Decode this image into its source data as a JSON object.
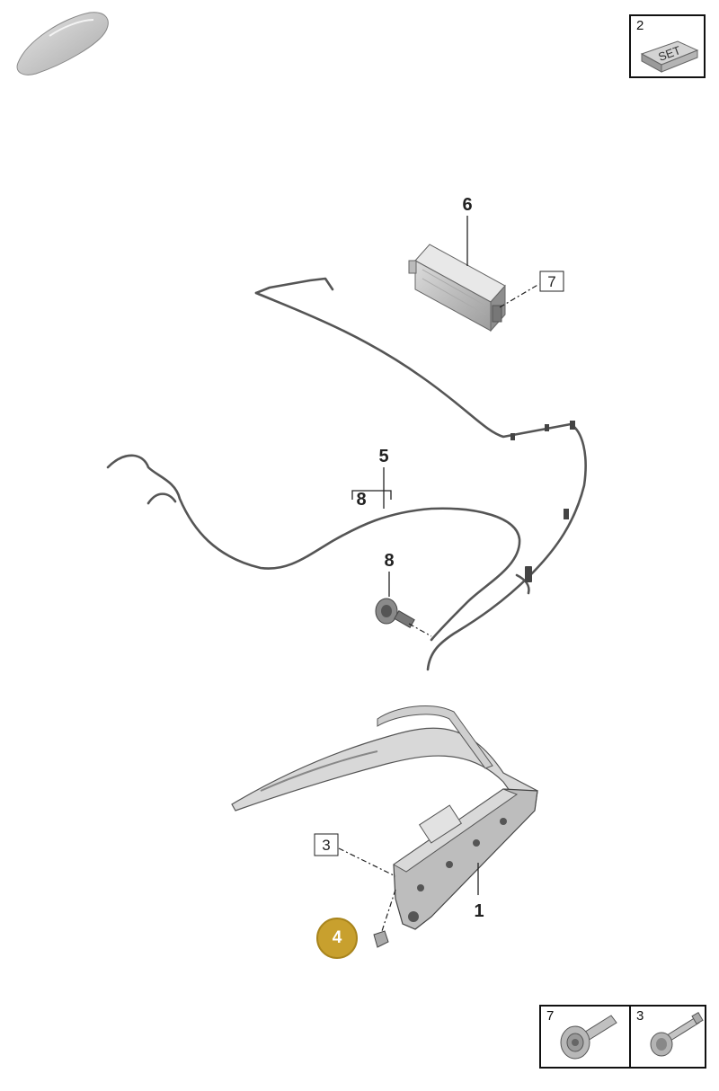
{
  "header": {
    "set_inset": {
      "number": "2",
      "set_label": "SET"
    }
  },
  "callouts": {
    "c6": "6",
    "c7": "7",
    "c5": "5",
    "c8a": "8",
    "c8b": "8",
    "c3": "3",
    "c1": "1",
    "c4": "4"
  },
  "footer_insets": {
    "left": {
      "number": "7"
    },
    "right": {
      "number": "3"
    }
  },
  "colors": {
    "highlight_callout": "#c8a02e",
    "part_gray": "#cfcfcf"
  },
  "icons": {
    "vehicle": "car-silhouette-icon",
    "set": "set-box-icon",
    "bolt_flange": "flange-bolt-icon",
    "bolt_shoulder": "shoulder-bolt-icon"
  }
}
